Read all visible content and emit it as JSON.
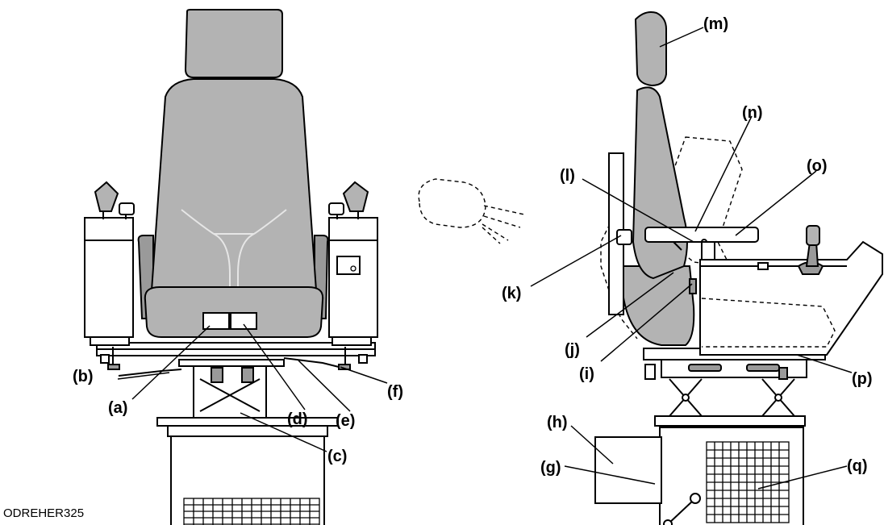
{
  "figure_code": "ODREHER325",
  "callouts": {
    "a": "(a)",
    "b": "(b)",
    "c": "(c)",
    "d": "(d)",
    "e": "(e)",
    "f": "(f)",
    "g": "(g)",
    "h": "(h)",
    "i": "(i)",
    "j": "(j)",
    "k": "(k)",
    "l": "(l)",
    "m": "(m)",
    "n": "(n)",
    "o": "(o)",
    "p": "(p)",
    "q": "(q)"
  }
}
